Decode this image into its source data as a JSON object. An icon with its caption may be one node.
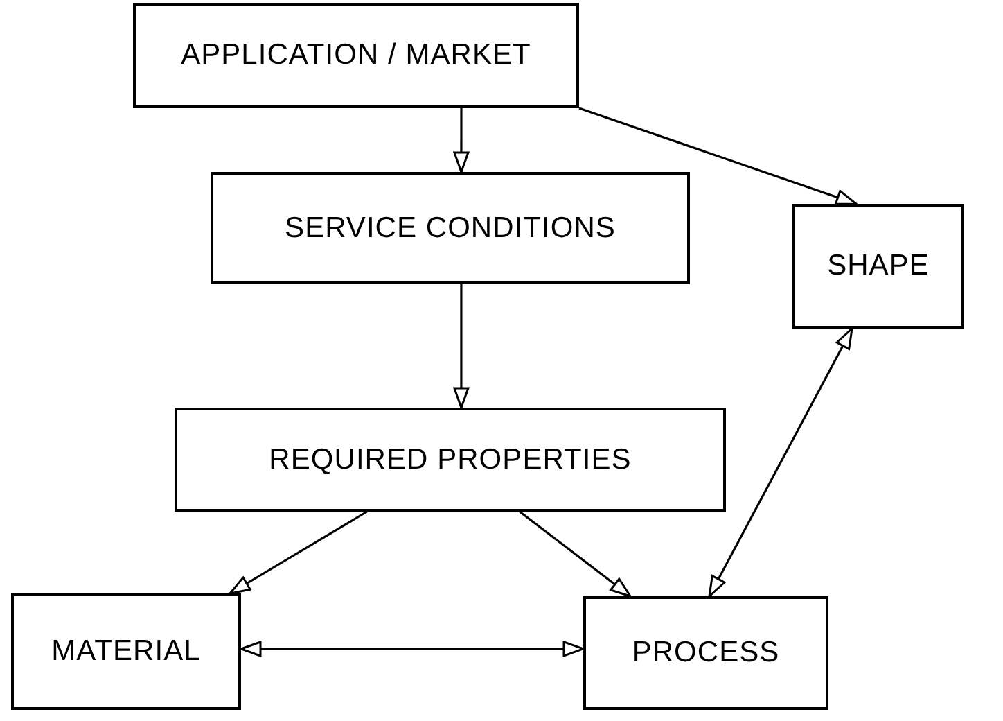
{
  "diagram": {
    "nodes": [
      {
        "text": [
          "APPLICATION / MARKET"
        ]
      },
      {
        "text": [
          "SERVICE CONDITIONS"
        ]
      },
      {
        "text": [
          "SHAPE"
        ]
      },
      {
        "text": [
          "REQUIRED PROPERTIES"
        ]
      },
      {
        "text": [
          "MATERIAL"
        ]
      },
      {
        "text": [
          "PROCESS"
        ]
      }
    ],
    "edges": [
      {
        "from": 0,
        "to": 1,
        "arrow": "to"
      },
      {
        "from": 0,
        "to": 2,
        "arrow": "to"
      },
      {
        "from": 1,
        "to": 3,
        "arrow": "to"
      },
      {
        "from": 3,
        "to": 4,
        "arrow": "to"
      },
      {
        "from": 3,
        "to": 5,
        "arrow": "to"
      },
      {
        "from": 4,
        "to": 5,
        "arrow": "both"
      },
      {
        "from": 5,
        "to": 2,
        "arrow": "both"
      }
    ]
  }
}
